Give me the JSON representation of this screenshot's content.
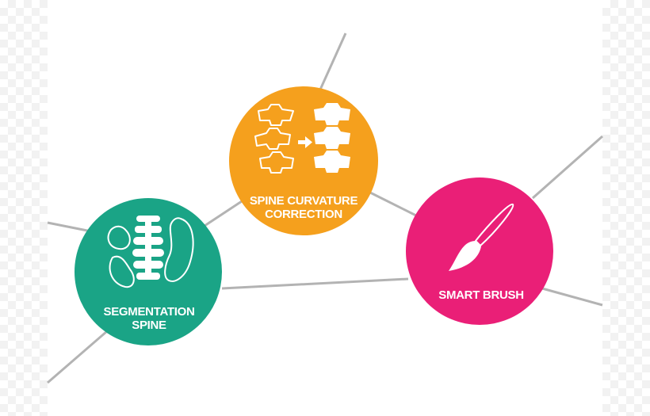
{
  "nodes": {
    "segmentation": {
      "line1": "SEGMENTATION",
      "line2": "SPINE",
      "color": "#1aa486",
      "icon": "spine-segmentation-icon"
    },
    "curvature": {
      "line1": "SPINE CURVATURE",
      "line2": "CORRECTION",
      "color": "#f5a01d",
      "icon": "vertebrae-correction-icon"
    },
    "brush": {
      "line1": "SMART BRUSH",
      "color": "#ea1f77",
      "icon": "paintbrush-icon"
    }
  },
  "connector_color": "#b3b3b3"
}
